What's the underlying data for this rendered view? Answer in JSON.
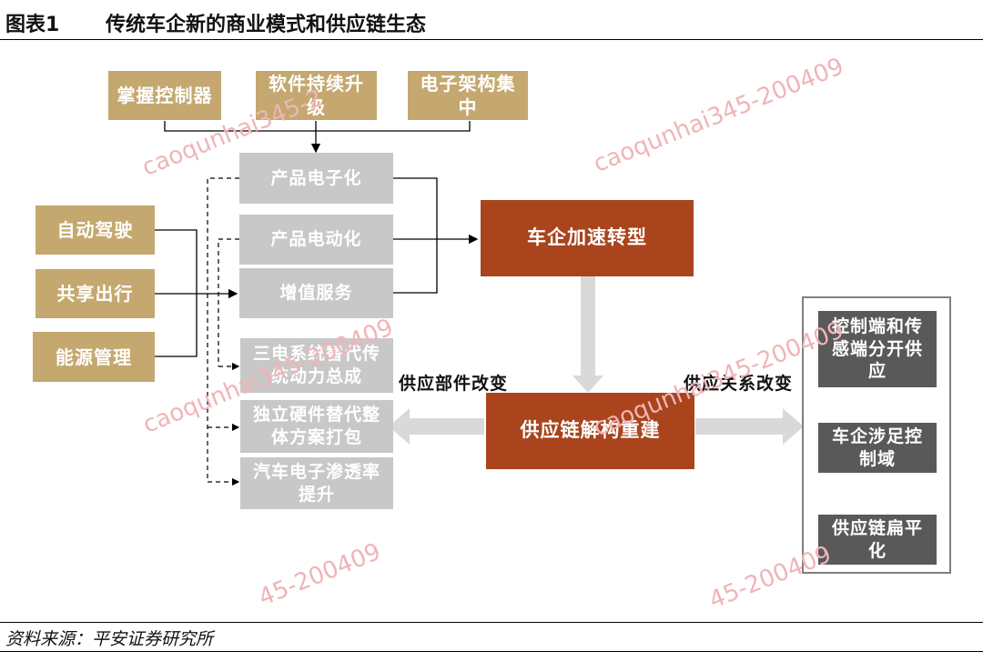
{
  "header": {
    "figure_no": "图表1",
    "title": "传统车企新的商业模式和供应链生态"
  },
  "drivers": [
    "掌握控制器",
    "软件持续升级",
    "电子架构集中"
  ],
  "trends": [
    "自动驾驶",
    "共享出行",
    "能源管理"
  ],
  "products": [
    "产品电子化",
    "产品电动化",
    "增值服务"
  ],
  "transform": "车企加速转型",
  "supply_changes": [
    "三电系统替代传统动力总成",
    "独立硬件替代整体方案打包",
    "汽车电子渗透率提升"
  ],
  "restructure": "供应链解构重建",
  "labels": {
    "parts": "供应部件改变",
    "relation": "供应关系改变"
  },
  "relations": [
    "控制端和传感端分开供应",
    "车企涉足控制域",
    "供应链扁平化"
  ],
  "watermarks": [
    "caoqunhai345-2",
    "caoqunhai345-200409",
    "caoqunhai345-200409",
    "caoqunhai345-200409",
    "45-200409",
    "45-200409"
  ],
  "source": "资料来源：平安证券研究所"
}
